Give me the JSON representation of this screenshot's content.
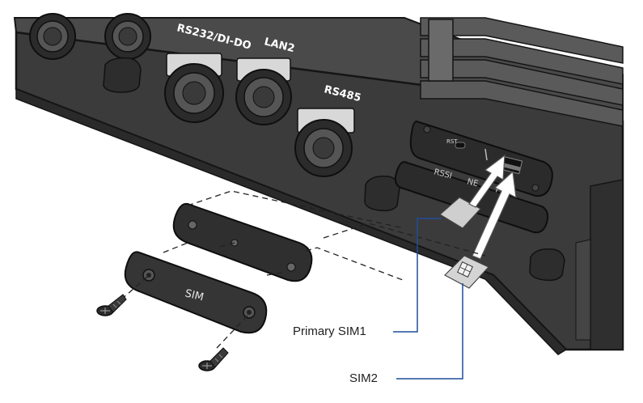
{
  "ports": {
    "rs232": "RS232/DI-DO",
    "lan2": "LAN2",
    "rs485": "RS485"
  },
  "panel": {
    "rst": "RST",
    "rssi": "RSSI",
    "net": "NE",
    "pwr": "P"
  },
  "cover": {
    "label": "SIM"
  },
  "callouts": {
    "primary_sim": "Primary SIM1",
    "sim2": "SIM2"
  },
  "colors": {
    "device_body": "#3a3a3a",
    "device_edge": "#1e1e1e",
    "leader_line": "#1f4e9a",
    "arrow": "#ffffff"
  }
}
